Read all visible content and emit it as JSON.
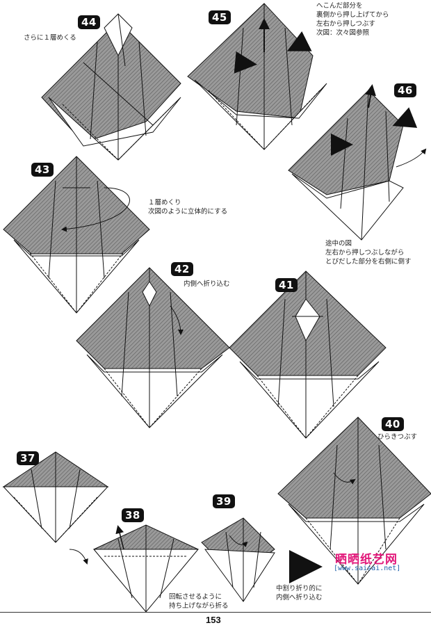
{
  "page": {
    "number": "153",
    "watermark": "晒晒纸艺网",
    "watermark_url": "[www.saisai.net]",
    "colors": {
      "ink": "#111111",
      "shade": "#8a8a8a",
      "paper": "#ffffff",
      "watermark": "#e2187a",
      "watermark_url": "#1d5fa8"
    }
  },
  "steps": [
    {
      "id": "44",
      "note": "さらに１層めくる"
    },
    {
      "id": "45",
      "note": "へこんだ部分を\n裏側から押し上げてから\n左右から押しつぶす\n次図：次々図参照"
    },
    {
      "id": "46",
      "note": ""
    },
    {
      "id": "43",
      "note": "１層めくり\n次図のように立体的にする"
    },
    {
      "id": "42",
      "note": "内側へ折り込む"
    },
    {
      "id": "41",
      "note": ""
    },
    {
      "id": "40",
      "note": "ひらきつぶす"
    },
    {
      "id": "37",
      "note": ""
    },
    {
      "id": "38",
      "note": "回転させるように\n持ち上げながら折る"
    },
    {
      "id": "39",
      "note": "中割り折り的に\n内側へ折り込む"
    }
  ],
  "extra_notes": {
    "in_progress": "途中の図\n左右から押しつぶしながら\nとびだした部分を右側に倒す"
  }
}
